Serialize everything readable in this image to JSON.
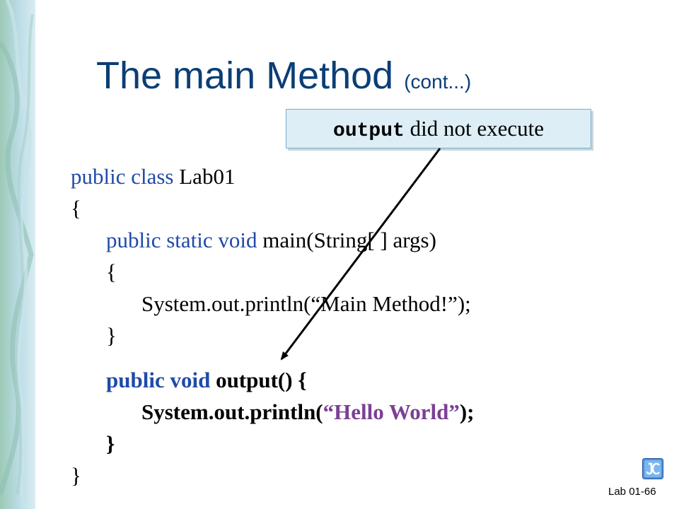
{
  "slide": {
    "title_main": "The main Method",
    "title_sub": "(cont...)",
    "number": "Lab 01-66"
  },
  "callout": {
    "code_word": "output",
    "text": " did not execute"
  },
  "code": {
    "line1_kw": "public class",
    "line1_name": " Lab01",
    "line2": "{",
    "line3_kw": "public static void",
    "line3_rest": " main(String[ ] args)",
    "line4": "{",
    "line5": "System.out.println(“Main Method!”);",
    "line6": "}",
    "line7_kw": "public void",
    "line7_rest": " output() {",
    "line8_pre": "System.out.println(",
    "line8_str": "“Hello World”",
    "line8_post": ");",
    "line9": "}",
    "line10": "}"
  },
  "colors": {
    "title": "#0b3e76",
    "keyword": "#1f4aa8",
    "string": "#7b3f95",
    "callout_bg": "#ddeef6"
  },
  "icons": {
    "logo": "jc-logo-icon"
  }
}
